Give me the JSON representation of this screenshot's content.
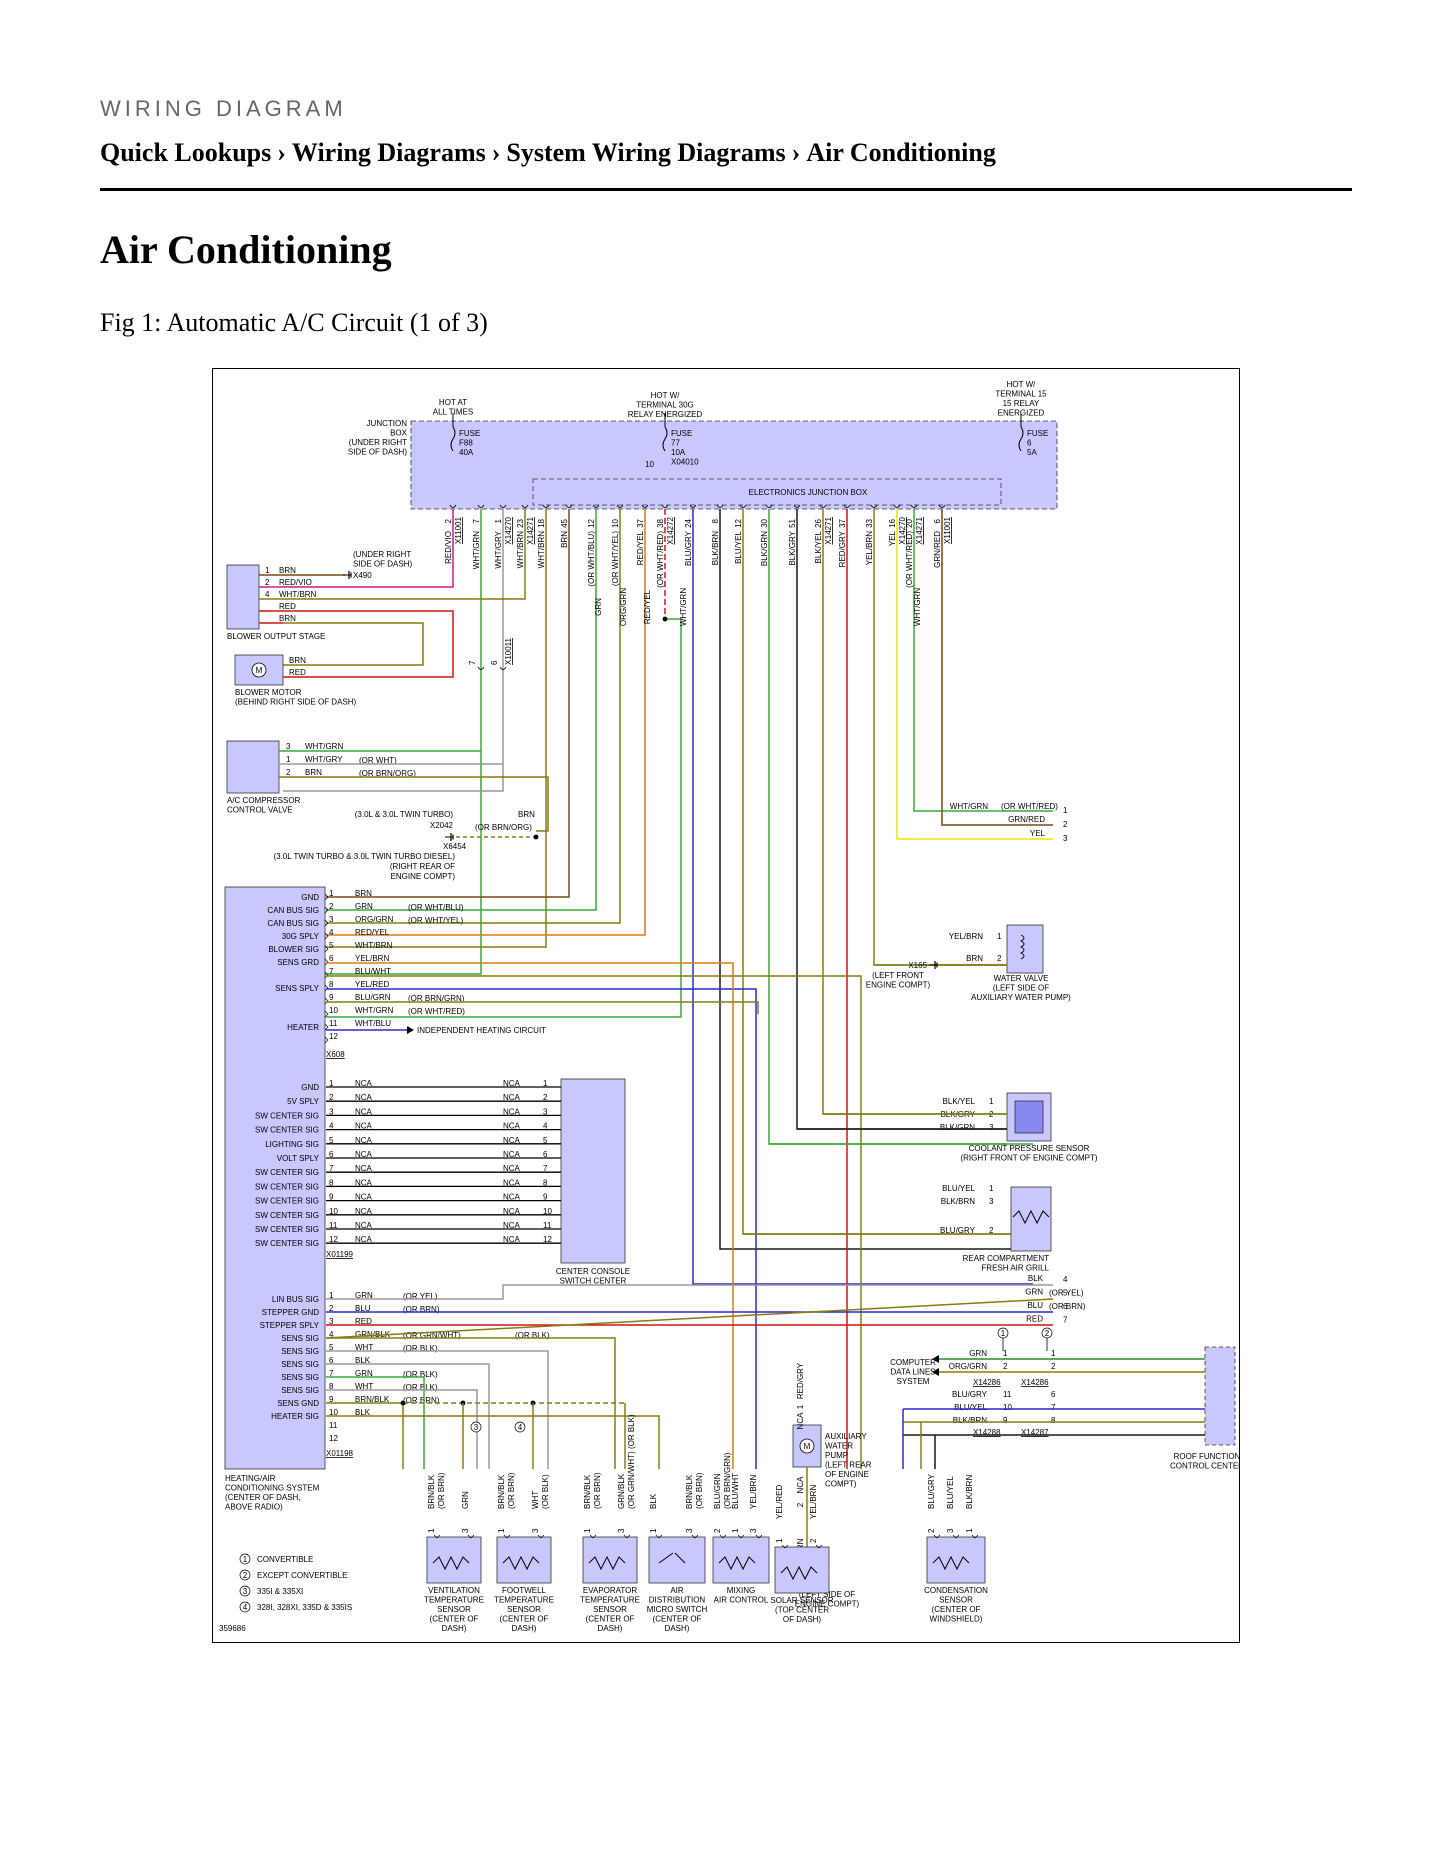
{
  "header": {
    "kicker": "WIRING DIAGRAM",
    "breadcrumbs": [
      "Quick Lookups",
      "Wiring Diagrams",
      "System Wiring Diagrams",
      "Air Conditioning"
    ],
    "separator": "›"
  },
  "page_title": "Air Conditioning",
  "figure_caption": "Fig 1: Automatic A/C Circuit (1 of 3)",
  "diagram": {
    "figure_id": "359686",
    "supply": {
      "hot_at_all_times": [
        "HOT AT",
        "ALL TIMES"
      ],
      "hot_30g": [
        "HOT W/",
        "TERMINAL 30G",
        "RELAY ENERGIZED"
      ],
      "hot_15": [
        "HOT W/",
        "TERMINAL 15",
        "15 RELAY",
        "ENERGIZED"
      ]
    },
    "junction_box": {
      "label": [
        "JUNCTION",
        "BOX",
        "(UNDER RIGHT",
        "SIDE OF DASH)"
      ],
      "fuse_f88": [
        "FUSE",
        "F88",
        "40A"
      ],
      "fuse_77": [
        "FUSE",
        "77",
        "10A",
        "X04010"
      ],
      "fuse_77_pin": "10",
      "fuse_6": [
        "FUSE",
        "6",
        "5A"
      ],
      "ejb": "ELECTRONICS JUNCTION BOX"
    },
    "top_pins": [
      {
        "pin": "2",
        "conn": "X11001",
        "wire": "RED/VIO"
      },
      {
        "pin": "7",
        "conn": "",
        "wire": "WHT/GRN"
      },
      {
        "pin": "1",
        "conn": "X14270",
        "wire": "WHT/GRY"
      },
      {
        "pin": "23",
        "conn": "X14271",
        "wire": "WHT/BRN"
      },
      {
        "pin": "18",
        "conn": "",
        "wire": "WHT/BRN"
      },
      {
        "pin": "45",
        "conn": "",
        "wire": "BRN"
      },
      {
        "pin": "12",
        "conn": "",
        "wire": "(OR WHT/BLU)"
      },
      {
        "pin": "10",
        "conn": "",
        "wire": "(OR WHT/YEL)"
      },
      {
        "pin": "37",
        "conn": "",
        "wire": "RED/YEL"
      },
      {
        "pin": "38",
        "conn": "X14272",
        "wire": "(OR WHT/RED)"
      },
      {
        "pin": "24",
        "conn": "",
        "wire": "BLU/GRY"
      },
      {
        "pin": "8",
        "conn": "",
        "wire": "BLK/BRN"
      },
      {
        "pin": "12",
        "conn": "",
        "wire": "BLU/YEL"
      },
      {
        "pin": "30",
        "conn": "",
        "wire": "BLK/GRN"
      },
      {
        "pin": "51",
        "conn": "",
        "wire": "BLK/GRY"
      },
      {
        "pin": "26",
        "conn": "X14271",
        "wire": "BLK/YEL"
      },
      {
        "pin": "37",
        "conn": "",
        "wire": "RED/GRY"
      },
      {
        "pin": "33",
        "conn": "",
        "wire": "YEL/BRN"
      },
      {
        "pin": "16",
        "conn": "X14270",
        "wire": "YEL"
      },
      {
        "pin": "20",
        "conn": "X14271",
        "wire": "(OR WHT/RED)"
      },
      {
        "pin": "6",
        "conn": "X11001",
        "wire": "GRN/RED"
      }
    ],
    "vertical_labels": {
      "grn": "GRN",
      "org_grn": "ORG/GRN",
      "red_yel": "RED/YEL",
      "wht_grn_a": "WHT/GRN",
      "wht_grn_b": "WHT/GRN"
    },
    "blower_output_stage": {
      "label": "BLOWER OUTPUT STAGE",
      "pins": [
        {
          "pin": "1",
          "wire": "BRN"
        },
        {
          "pin": "2",
          "wire": "RED/VIO"
        },
        {
          "pin": "4",
          "wire": "WHT/BRN"
        },
        {
          "pin": "",
          "wire": "RED"
        },
        {
          "pin": "",
          "wire": "BRN"
        }
      ],
      "ground_note": [
        "(UNDER RIGHT",
        "SIDE OF DASH)"
      ],
      "ground": "X490"
    },
    "blower_motor": {
      "label": [
        "BLOWER MOTOR",
        "(BEHIND RIGHT SIDE OF DASH)"
      ],
      "wires": [
        "BRN",
        "RED"
      ]
    },
    "inline_conn": {
      "pin_a": "7",
      "pin_b": "6",
      "conn": "X10011"
    },
    "ac_compressor": {
      "label": [
        "A/C COMPRESSOR",
        "CONTROL VALVE"
      ],
      "pins": [
        {
          "pin": "3",
          "wire": "WHT/GRN",
          "alt": ""
        },
        {
          "pin": "1",
          "wire": "WHT/GRY",
          "alt": "(OR WHT)"
        },
        {
          "pin": "2",
          "wire": "BRN",
          "alt": "(OR BRN/ORG)"
        }
      ]
    },
    "twin_turbo": {
      "note": "(3.0L & 3.0L TWIN TURBO)",
      "conn": "X2042",
      "wire": "BRN",
      "alt": "(OR BRN/ORG)",
      "ground": "X6454",
      "ground_note": [
        "(3.0L TWIN TURBO & 3.0L TWIN TURBO DIESEL)",
        "(RIGHT REAR OF",
        "ENGINE COMPT)"
      ]
    },
    "hvac_x608": {
      "conn": "X608",
      "pins": [
        {
          "sig": "GND",
          "pin": "1",
          "wire": "BRN",
          "alt": ""
        },
        {
          "sig": "CAN BUS SIG",
          "pin": "2",
          "wire": "GRN",
          "alt": "(OR WHT/BLU)"
        },
        {
          "sig": "CAN BUS SIG",
          "pin": "3",
          "wire": "ORG/GRN",
          "alt": "(OR WHT/YEL)"
        },
        {
          "sig": "30G SPLY",
          "pin": "4",
          "wire": "RED/YEL",
          "alt": ""
        },
        {
          "sig": "BLOWER SIG",
          "pin": "5",
          "wire": "WHT/BRN",
          "alt": ""
        },
        {
          "sig": "SENS GRD",
          "pin": "6",
          "wire": "YEL/BRN",
          "alt": ""
        },
        {
          "sig": "",
          "pin": "7",
          "wire": "BLU/WHT",
          "alt": ""
        },
        {
          "sig": "SENS SPLY",
          "pin": "8",
          "wire": "YEL/RED",
          "alt": ""
        },
        {
          "sig": "",
          "pin": "9",
          "wire": "BLU/GRN",
          "alt": "(OR BRN/GRN)"
        },
        {
          "sig": "",
          "pin": "10",
          "wire": "WHT/GRN",
          "alt": "(OR WHT/RED)"
        },
        {
          "sig": "HEATER",
          "pin": "11",
          "wire": "WHT/BLU",
          "alt": ""
        },
        {
          "sig": "",
          "pin": "12",
          "wire": "",
          "alt": ""
        }
      ],
      "heating_note": "INDEPENDENT HEATING CIRCUIT"
    },
    "hvac_x01199": {
      "conn": "X01199",
      "pins": [
        {
          "sig": "GND",
          "pin": "1"
        },
        {
          "sig": "5V SPLY",
          "pin": "2"
        },
        {
          "sig": "SW CENTER SIG",
          "pin": "3"
        },
        {
          "sig": "SW CENTER SIG",
          "pin": "4"
        },
        {
          "sig": "LIGHTING SIG",
          "pin": "5"
        },
        {
          "sig": "VOLT SPLY",
          "pin": "6"
        },
        {
          "sig": "SW CENTER SIG",
          "pin": "7"
        },
        {
          "sig": "SW CENTER SIG",
          "pin": "8"
        },
        {
          "sig": "SW CENTER SIG",
          "pin": "9"
        },
        {
          "sig": "SW CENTER SIG",
          "pin": "10"
        },
        {
          "sig": "SW CENTER SIG",
          "pin": "11"
        },
        {
          "sig": "SW CENTER SIG",
          "pin": "12"
        }
      ],
      "wire": "NCA"
    },
    "center_console": {
      "label": [
        "CENTER CONSOLE",
        "SWITCH CENTER"
      ]
    },
    "hvac_x01198": {
      "conn": "X01198",
      "pins": [
        {
          "sig": "LIN BUS SIG",
          "pin": "1",
          "wire": "GRN",
          "alt": "(OR YEL)"
        },
        {
          "sig": "STEPPER GND",
          "pin": "2",
          "wire": "BLU",
          "alt": "(OR BRN)"
        },
        {
          "sig": "STEPPER SPLY",
          "pin": "3",
          "wire": "RED",
          "alt": ""
        },
        {
          "sig": "SENS SIG",
          "pin": "4",
          "wire": "GRN/BLK",
          "alt": "(OR GRN/WHT)"
        },
        {
          "sig": "SENS SIG",
          "pin": "5",
          "wire": "WHT",
          "alt": "(OR BLK)"
        },
        {
          "sig": "SENS SIG",
          "pin": "6",
          "wire": "BLK",
          "alt": ""
        },
        {
          "sig": "SENS SIG",
          "pin": "7",
          "wire": "GRN",
          "alt": "(OR BLK)"
        },
        {
          "sig": "SENS SIG",
          "pin": "8",
          "wire": "WHT",
          "alt": "(OR BLK)"
        },
        {
          "sig": "SENS GND",
          "pin": "9",
          "wire": "BRN/BLK",
          "alt": "(OR BRN)"
        },
        {
          "sig": "HEATER SIG",
          "pin": "10",
          "wire": "BLK",
          "alt": ""
        },
        {
          "sig": "",
          "pin": "11",
          "wire": "",
          "alt": ""
        },
        {
          "sig": "",
          "pin": "12",
          "wire": "",
          "alt": ""
        }
      ],
      "or_blk_4": "(OR BLK)"
    },
    "hvac_label": [
      "HEATING/AIR",
      "CONDITIONING SYSTEM",
      "(CENTER OF DASH,",
      "ABOVE RADIO)"
    ],
    "right_side": {
      "wht_grn": "WHT/GRN",
      "wht_grn_alt": "(OR WHT/RED)",
      "grn_red": "GRN/RED",
      "yel": "YEL",
      "pins": [
        "1",
        "2",
        "3"
      ]
    },
    "water_valve": {
      "wires": [
        {
          "pin": "1",
          "wire": "YEL/BRN"
        },
        {
          "pin": "2",
          "wire": "BRN"
        }
      ],
      "ground": "X165",
      "ground_note": [
        "(LEFT FRONT",
        "ENGINE COMPT)"
      ],
      "label": [
        "WATER VALVE",
        "(LEFT SIDE OF",
        "AUXILIARY WATER PUMP)"
      ]
    },
    "coolant_sensor": {
      "wires": [
        {
          "pin": "1",
          "wire": "BLK/YEL"
        },
        {
          "pin": "2",
          "wire": "BLK/GRY"
        },
        {
          "pin": "3",
          "wire": "BLK/GRN"
        }
      ],
      "label": [
        "COOLANT PRESSURE SENSOR",
        "(RIGHT FRONT OF ENGINE COMPT)"
      ]
    },
    "rear_grill": {
      "wires": [
        {
          "pin": "1",
          "wire": "BLU/YEL"
        },
        {
          "pin": "3",
          "wire": "BLK/BRN"
        },
        {
          "pin": "2",
          "wire": "BLU/GRY"
        }
      ],
      "label": [
        "REAR COMPARTMENT",
        "FRESH AIR GRILL"
      ]
    },
    "lin_right": {
      "wires": [
        {
          "pin": "4",
          "wire": "BLK",
          "alt": ""
        },
        {
          "pin": "5",
          "wire": "GRN",
          "alt": "(OR YEL)"
        },
        {
          "pin": "6",
          "wire": "BLU",
          "alt": "(OR BRN)"
        },
        {
          "pin": "7",
          "wire": "RED",
          "alt": ""
        }
      ]
    },
    "roof_center": {
      "computer_lines": [
        "COMPUTER",
        "DATA LINES",
        "SYSTEM"
      ],
      "rows": [
        {
          "wire": "GRN",
          "a": "1",
          "b": "1"
        },
        {
          "wire": "ORG/GRN",
          "a": "2",
          "b": "2"
        }
      ],
      "conn_a": "X14286",
      "conn_b": "X14286",
      "rows2": [
        {
          "wire": "BLU/GRY",
          "a": "11",
          "b": "6"
        },
        {
          "wire": "BLU/YEL",
          "a": "10",
          "b": "7"
        },
        {
          "wire": "BLK/BRN",
          "a": "9",
          "b": "8"
        }
      ],
      "conn_c": "X14288",
      "conn_d": "X14287",
      "notes": [
        "1",
        "2"
      ],
      "label": [
        "ROOF FUNCTION",
        "CONTROL CENTER"
      ]
    },
    "aux_pump": {
      "wire": "RED/GRY",
      "pin_top": "1",
      "nca": "NCA",
      "nca2": "NCA",
      "pin_bot": "2",
      "brn": "BRN",
      "ground": "X165",
      "ground_note": [
        "(LEFT SIDE OF",
        "ENGINE COMPT)"
      ],
      "label": [
        "AUXILIARY",
        "WATER",
        "PUMP",
        "(LEFT REAR",
        "OF ENGINE",
        "COMPT)"
      ]
    },
    "bottom_sensors": [
      {
        "name": [
          "VENTILATION",
          "TEMPERATURE",
          "SENSOR",
          "(CENTER OF",
          "DASH)"
        ],
        "wires": [
          {
            "pin": "1",
            "wire": "BRN/BLK",
            "alt": "(OR BRN)"
          },
          {
            "pin": "3",
            "wire": "GRN",
            "alt": ""
          }
        ]
      },
      {
        "name": [
          "FOOTWELL",
          "TEMPERATURE",
          "SENSOR",
          "(CENTER OF",
          "DASH)"
        ],
        "wires": [
          {
            "pin": "1",
            "wire": "BRN/BLK",
            "alt": "(OR BRN)"
          },
          {
            "pin": "3",
            "wire": "WHT",
            "alt": "(OR BLK)"
          }
        ]
      },
      {
        "name": [
          "EVAPORATOR",
          "TEMPERATURE",
          "SENSOR",
          "(CENTER OF",
          "DASH)"
        ],
        "wires": [
          {
            "pin": "1",
            "wire": "BRN/BLK",
            "alt": "(OR BRN)"
          },
          {
            "pin": "3",
            "wire": "GRN/BLK",
            "alt": "(OR GRN/WHT) (OR BLK)"
          }
        ]
      },
      {
        "name": [
          "AIR",
          "DISTRIBUTION",
          "MICRO SWITCH",
          "(CENTER OF",
          "DASH)"
        ],
        "wires": [
          {
            "pin": "1",
            "wire": "BLK",
            "alt": ""
          },
          {
            "pin": "3",
            "wire": "BRN/BLK",
            "alt": "(OR BRN)"
          }
        ]
      },
      {
        "name": [
          "MIXING",
          "AIR CONTROL"
        ],
        "wires": [
          {
            "pin": "2",
            "wire": "BLU/GRN",
            "alt": "(OR BRN/GRN)"
          },
          {
            "pin": "1",
            "wire": "BLU/WHT",
            "alt": ""
          },
          {
            "pin": "3",
            "wire": "YEL/BRN",
            "alt": ""
          }
        ]
      },
      {
        "name": [
          "SOLAR SENSOR",
          "(TOP CENTER",
          "OF DASH)"
        ],
        "wires": [
          {
            "pin": "1",
            "wire": "YEL/RED",
            "alt": ""
          },
          {
            "pin": "2",
            "wire": "YEL/BRN",
            "alt": ""
          }
        ]
      },
      {
        "name": [
          "CONDENSATION",
          "SENSOR",
          "(CENTER OF",
          "WINDSHIELD)"
        ],
        "wires": [
          {
            "pin": "2",
            "wire": "BLU/GRY",
            "alt": ""
          },
          {
            "pin": "3",
            "wire": "BLU/YEL",
            "alt": ""
          },
          {
            "pin": "1",
            "wire": "BLK/BRN",
            "alt": ""
          }
        ]
      }
    ],
    "splice_notes": [
      "3",
      "4"
    ],
    "legend": [
      {
        "num": "1",
        "text": "CONVERTIBLE"
      },
      {
        "num": "2",
        "text": "EXCEPT CONVERTIBLE"
      },
      {
        "num": "3",
        "text": "335I & 335XI"
      },
      {
        "num": "4",
        "text": "328I, 328XI, 335D & 335IS"
      }
    ],
    "colors": {
      "component_fill": "#c8c8ff",
      "red": "#d21414",
      "magenta": "#cc1a8c",
      "brown": "#7a4a12",
      "olive": "#8a7a12",
      "green": "#3aa83a",
      "blue": "#2a2ad2",
      "yellow": "#e8e800",
      "orange": "#e07a10",
      "gray": "#9a9a9a",
      "black": "#1a1a1a"
    }
  }
}
